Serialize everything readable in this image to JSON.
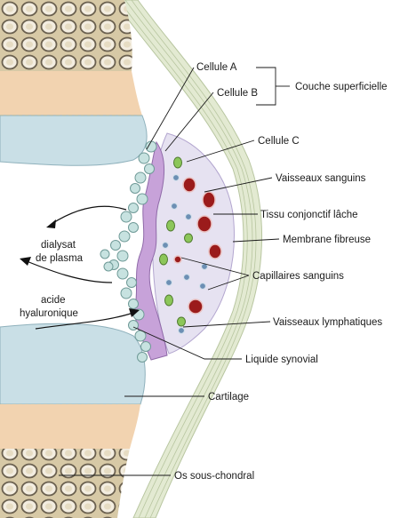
{
  "labels": {
    "cellule_a": "Cellule A",
    "cellule_b": "Cellule B",
    "couche_superficielle": "Couche superficielle",
    "cellule_c": "Cellule C",
    "vaisseaux_sanguins": "Vaisseaux sanguins",
    "tissu_conjonctif": "Tissu conjonctif lâche",
    "membrane_fibreuse": "Membrane fibreuse",
    "capillaires_sanguins": "Capillaires sanguins",
    "vaisseaux_lymphatiques": "Vaisseaux lymphatiques",
    "liquide_synovial": "Liquide synovial",
    "cartilage": "Cartilage",
    "os_sous_chondral": "Os sous-chondral",
    "dialysat_line1": "dialysat",
    "dialysat_line2": "de plasma",
    "acide_line1": "acide",
    "acide_line2": "hyaluronique"
  },
  "colors": {
    "bone_bg": "#d7c9a6",
    "bone_cell": "#f3ede0",
    "bone_outline": "#6b6150",
    "cartilage_blue": "#c9dfe6",
    "cartilage_tan": "#f2d3b0",
    "fibrous_membrane": "#e3ead2",
    "loose_tissue": "#e6e2f1",
    "surface_cells": "#c7e2e0",
    "cell_b_purple": "#c7a2d9",
    "vessel_red": "#9b1b1b",
    "capillary_blue": "#6c8fb4",
    "lymph_green": "#8cc65a"
  }
}
